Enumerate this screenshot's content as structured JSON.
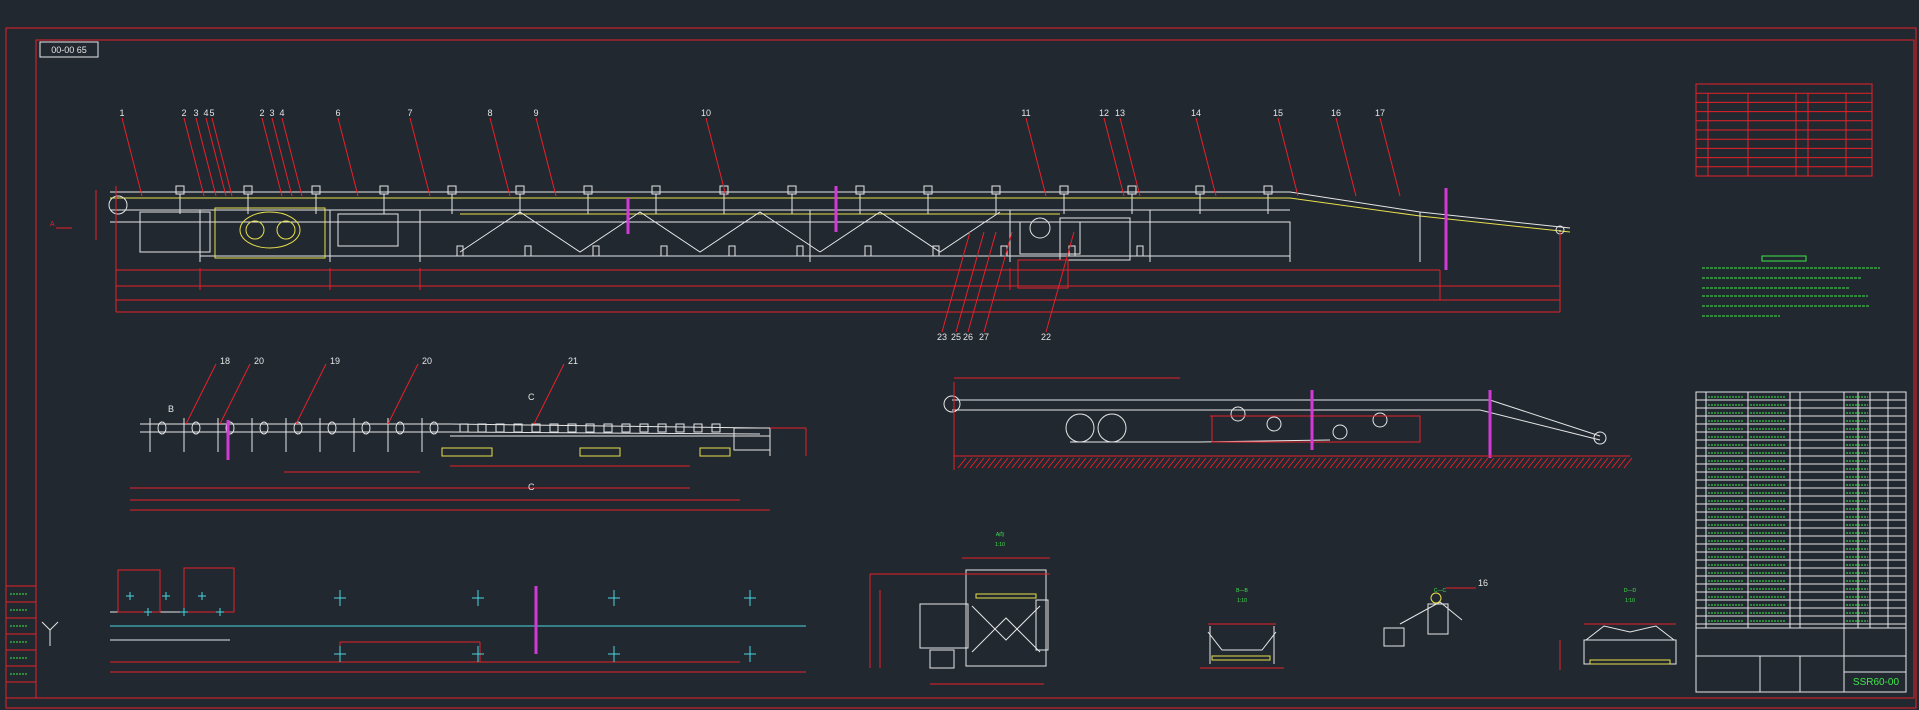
{
  "drawing": {
    "id_tag": "00-00 65",
    "title_block_code": "SSR60-00"
  },
  "callouts": {
    "main": [
      "1",
      "2",
      "3",
      "4",
      "5",
      "2",
      "3",
      "4",
      "6",
      "7",
      "8",
      "9",
      "10",
      "11",
      "12",
      "13",
      "14",
      "15",
      "16",
      "17"
    ],
    "lower": [
      "23",
      "25",
      "26",
      "27",
      "22"
    ],
    "section": [
      "18",
      "20",
      "19",
      "20",
      "21"
    ],
    "side_view": "16"
  },
  "views": {
    "view_a_main": "A",
    "view_b": "B",
    "view_c": "C",
    "view_a_front": "A向",
    "scale": "1:10",
    "section_labels": [
      "B—B",
      "C—C",
      "D—D"
    ]
  },
  "colors": {
    "background": "#212830",
    "frame": "#e8202a",
    "geometry": "#e6e6e6",
    "dimension": "#e8202a",
    "belt": "#e8e04a",
    "text": "#3ee84a",
    "centerline": "#4ad6e0",
    "break_line": "#d23ad6"
  }
}
